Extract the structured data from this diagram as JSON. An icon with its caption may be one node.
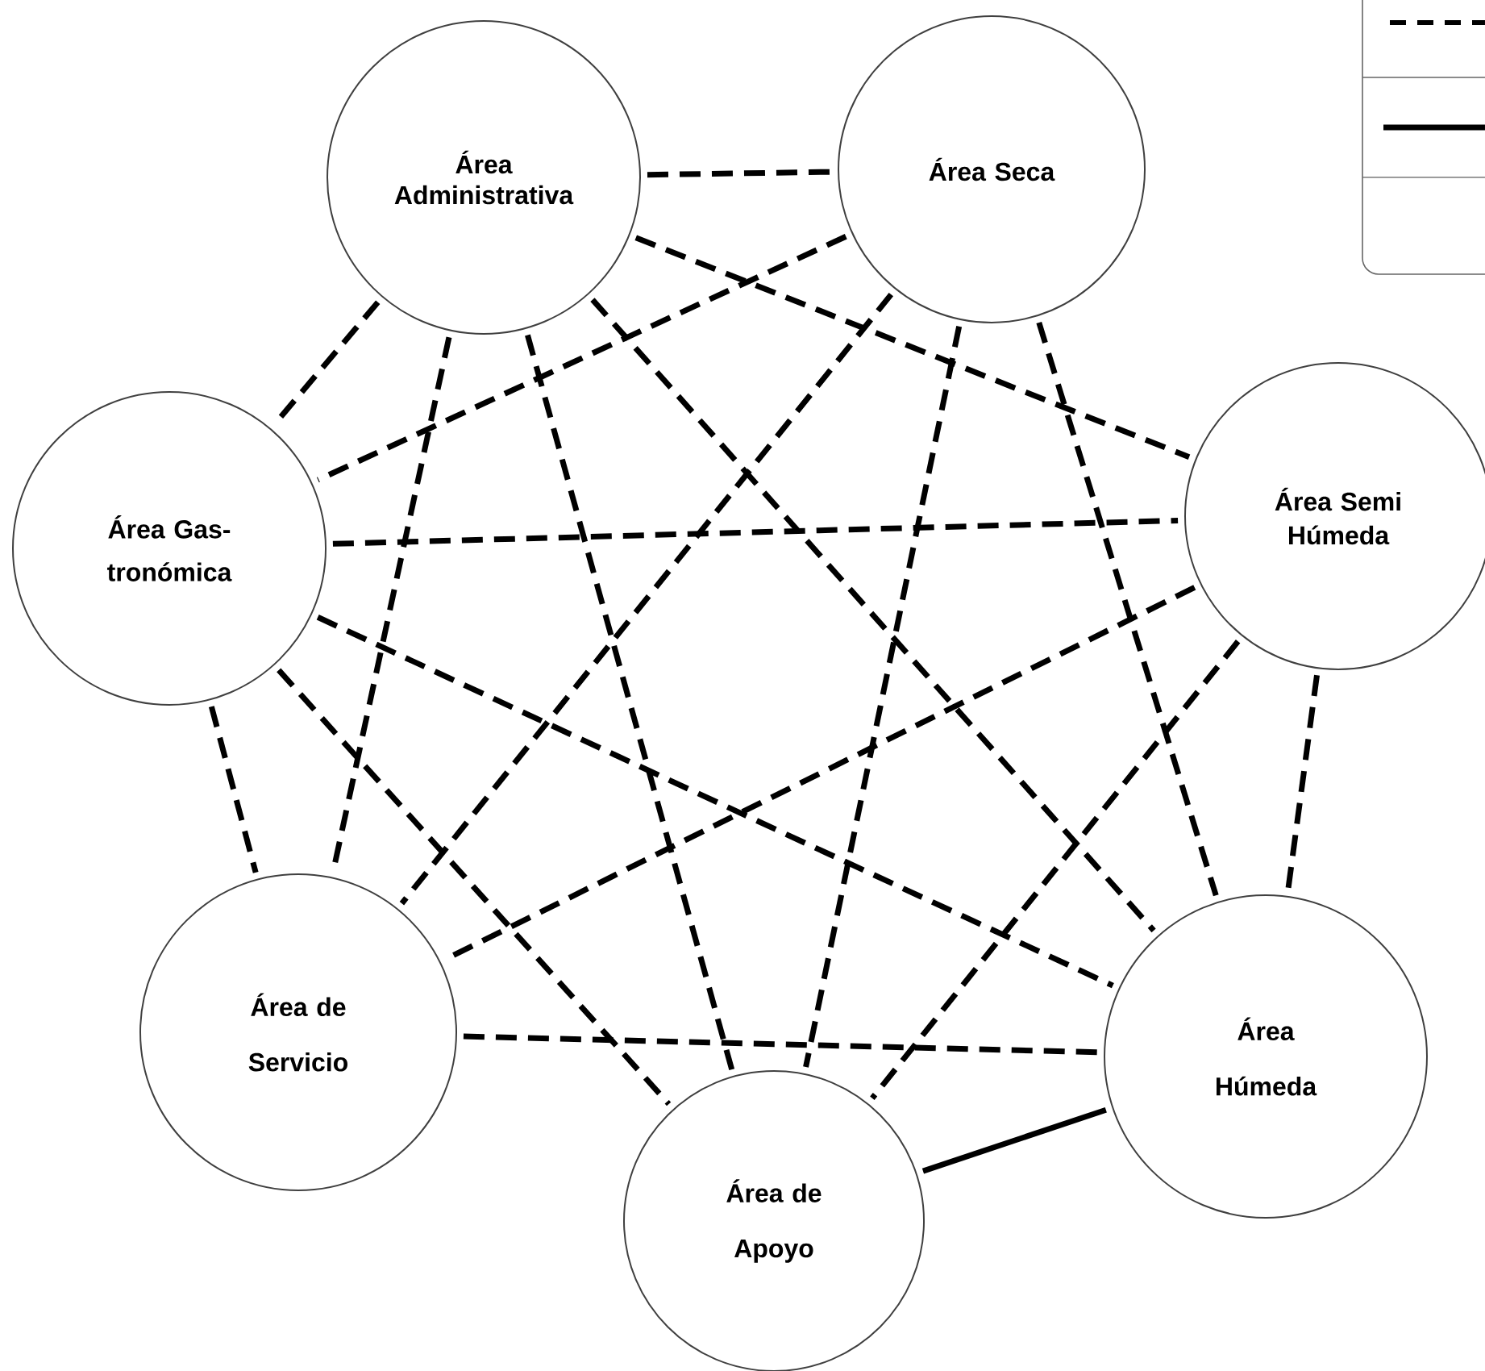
{
  "diagram": {
    "nodes": [
      {
        "text": [
          "Área Administrativa"
        ]
      },
      {
        "text": [
          "Área Seca"
        ]
      },
      {
        "text": [
          "Área Gas- tronómica"
        ]
      },
      {
        "text": [
          "Área Semi Húmeda"
        ]
      },
      {
        "text": [
          "Área de Servicio"
        ]
      },
      {
        "text": [
          "Área Húmeda"
        ]
      },
      {
        "text": [
          "Área de Apoyo"
        ]
      }
    ],
    "edges": [
      {
        "from": 0,
        "to": 1,
        "arrow": "none",
        "style": "dashed"
      },
      {
        "from": 0,
        "to": 2,
        "arrow": "none",
        "style": "dashed"
      },
      {
        "from": 0,
        "to": 3,
        "arrow": "none",
        "style": "dashed"
      },
      {
        "from": 0,
        "to": 4,
        "arrow": "none",
        "style": "dashed"
      },
      {
        "from": 0,
        "to": 5,
        "arrow": "none",
        "style": "dashed"
      },
      {
        "from": 0,
        "to": 6,
        "arrow": "none",
        "style": "dashed"
      },
      {
        "from": 1,
        "to": 2,
        "arrow": "none",
        "style": "dashed"
      },
      {
        "from": 1,
        "to": 4,
        "arrow": "none",
        "style": "dashed"
      },
      {
        "from": 1,
        "to": 5,
        "arrow": "none",
        "style": "dashed"
      },
      {
        "from": 1,
        "to": 6,
        "arrow": "none",
        "style": "dashed"
      },
      {
        "from": 2,
        "to": 3,
        "arrow": "none",
        "style": "dashed"
      },
      {
        "from": 2,
        "to": 4,
        "arrow": "none",
        "style": "dashed"
      },
      {
        "from": 2,
        "to": 5,
        "arrow": "none",
        "style": "dashed"
      },
      {
        "from": 2,
        "to": 6,
        "arrow": "none",
        "style": "dashed"
      },
      {
        "from": 3,
        "to": 4,
        "arrow": "none",
        "style": "dashed"
      },
      {
        "from": 3,
        "to": 5,
        "arrow": "none",
        "style": "dashed"
      },
      {
        "from": 3,
        "to": 6,
        "arrow": "none",
        "style": "dashed"
      },
      {
        "from": 4,
        "to": 5,
        "arrow": "none",
        "style": "dashed"
      },
      {
        "from": 6,
        "to": 5,
        "arrow": "none"
      }
    ]
  }
}
